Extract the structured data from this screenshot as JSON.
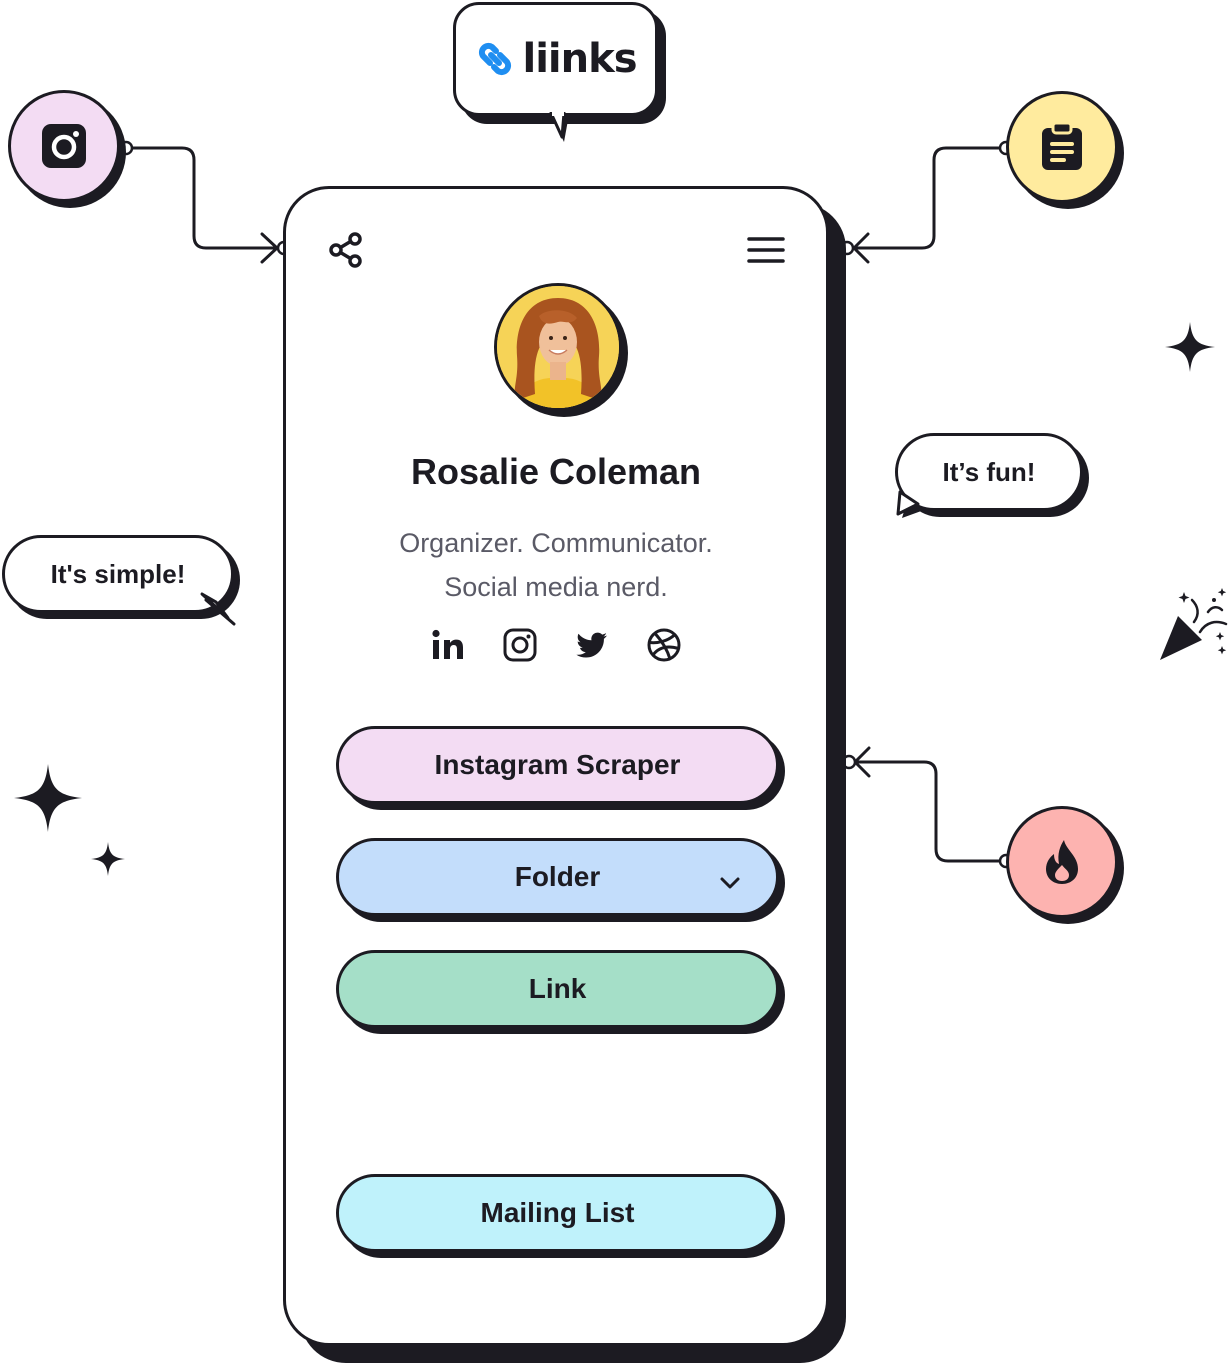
{
  "brand": {
    "name": "liinks",
    "accent": "#1f8ef1"
  },
  "profile": {
    "name": "Rosalie Coleman",
    "bio_line1": "Organizer. Communicator.",
    "bio_line2": "Social media nerd.",
    "social_icons": [
      "linkedin-icon",
      "instagram-icon",
      "twitter-icon",
      "dribbble-icon"
    ]
  },
  "buttons": {
    "instagram": {
      "label": "Instagram Scraper",
      "color": "#f3dcf3"
    },
    "folder": {
      "label": "Folder",
      "color": "#c3ddfb"
    },
    "link": {
      "label": "Link",
      "color": "#a5dfc8"
    },
    "mailing": {
      "label": "Mailing List",
      "color": "#bff2fb"
    }
  },
  "speech": {
    "left": "It's simple!",
    "right": "It’s fun!"
  },
  "badges": [
    {
      "icon": "instagram-icon",
      "color": "#f3dcf3"
    },
    {
      "icon": "clipboard-icon",
      "color": "#ffeb9e"
    },
    {
      "icon": "flame-icon",
      "color": "#fdb3b0"
    }
  ]
}
